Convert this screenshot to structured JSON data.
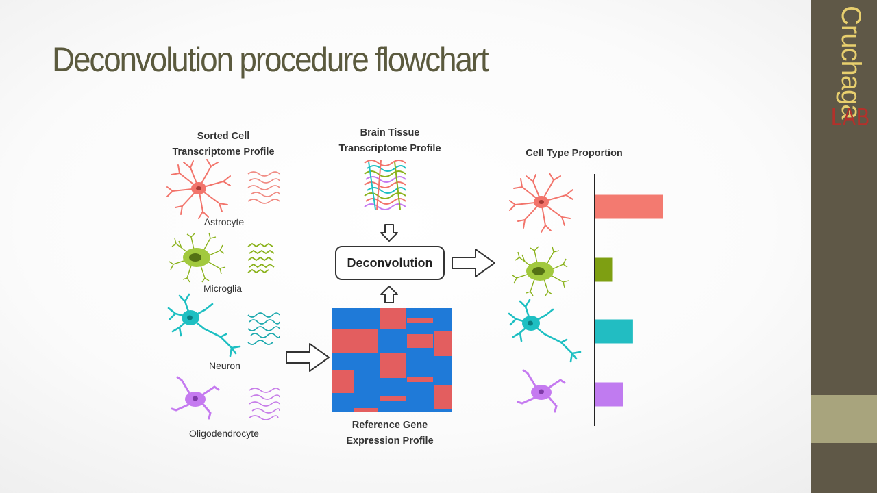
{
  "slide": {
    "title": "Deconvolution procedure flowchart"
  },
  "logo": {
    "name": "Cruchaga",
    "sub": "LAB"
  },
  "flowchart": {
    "sorted_header_line1": "Sorted Cell",
    "sorted_header_line2": "Transcriptome Profile",
    "brain_header_line1": "Brain Tissue",
    "brain_header_line2": "Transcriptome Profile",
    "proportion_header": "Cell Type Proportion",
    "process_label": "Deconvolution",
    "reference_line1": "Reference Gene",
    "reference_line2": "Expression Profile",
    "cell_types": [
      {
        "label": "Astrocyte",
        "color": "#f2746b"
      },
      {
        "label": "Microglia",
        "color": "#8ab21b"
      },
      {
        "label": "Neuron",
        "color": "#1ebfc2"
      },
      {
        "label": "Oligodendrocyte",
        "color": "#c57af0"
      }
    ]
  },
  "chart_data": {
    "type": "bar",
    "categories": [
      "Astrocyte",
      "Microglia",
      "Neuron",
      "Oligodendrocyte"
    ],
    "values": [
      100,
      25,
      56,
      41
    ],
    "colors": [
      "#f37a70",
      "#7e9f12",
      "#22bdc2",
      "#c07bf0"
    ],
    "title": "Cell Type Proportion",
    "xlabel": "",
    "ylabel": "",
    "orientation": "horizontal"
  },
  "heatmap_colors": {
    "high": "#e35e5f",
    "low": "#1f7ad8"
  },
  "colors": {
    "title": "#5b5a3e",
    "sidebar": "#5f5847",
    "sidebar_accent": "#a8a47d",
    "logo_text": "#e8cf6e",
    "logo_lab": "#b3312b"
  }
}
